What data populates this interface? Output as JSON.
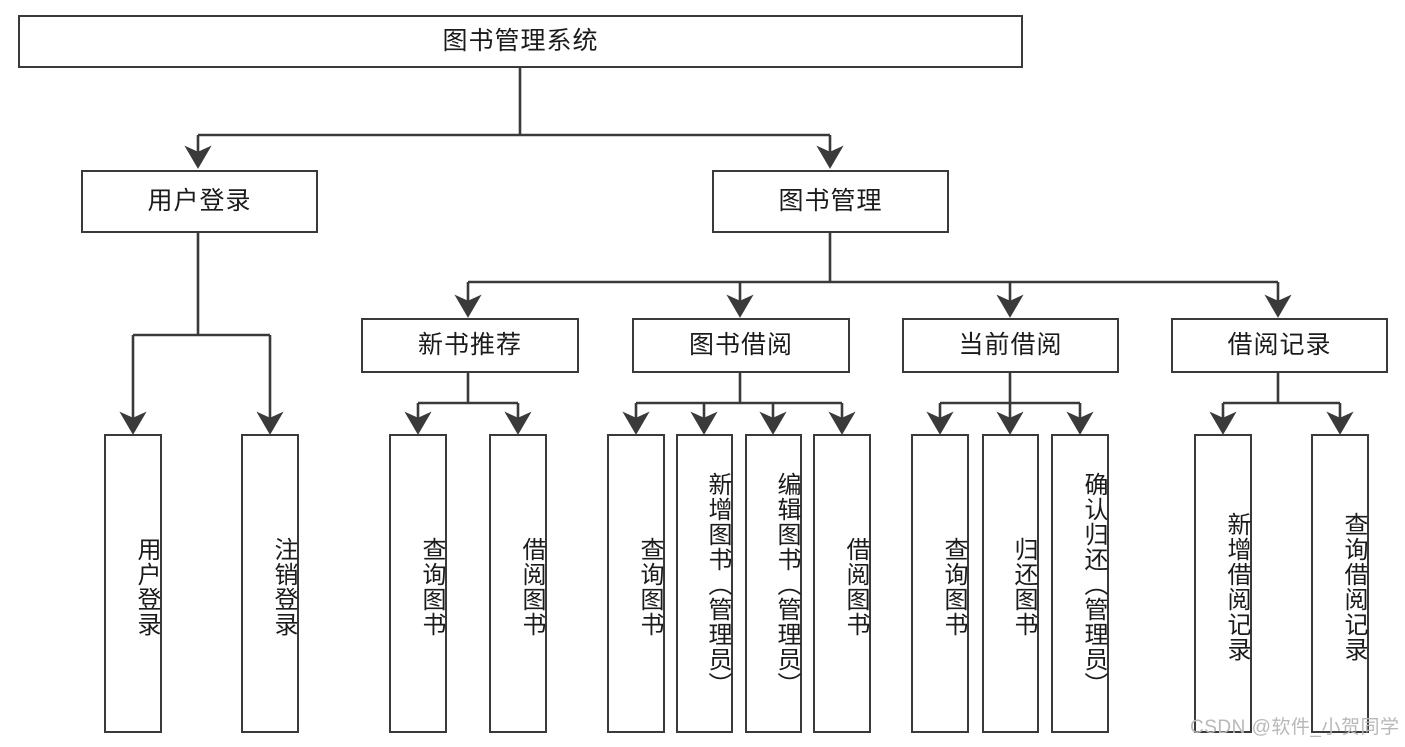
{
  "diagram": {
    "type": "tree-hierarchy-flowchart",
    "title": "图书管理系统",
    "stroke_color": "#3a3a3a",
    "fill_color": "#ffffff",
    "text_color": "#1b1b1b",
    "root": {
      "label": "图书管理系统"
    },
    "level2": [
      {
        "id": "user-login",
        "label": "用户登录"
      },
      {
        "id": "book-manage",
        "label": "图书管理"
      }
    ],
    "level3": [
      {
        "id": "new-book-rec",
        "label": "新书推荐"
      },
      {
        "id": "book-borrow",
        "label": "图书借阅"
      },
      {
        "id": "current-borrow",
        "label": "当前借阅"
      },
      {
        "id": "borrow-record",
        "label": "借阅记录"
      }
    ],
    "leaves": {
      "user_login": [
        {
          "id": "leaf-user-login",
          "label": "用户登录"
        },
        {
          "id": "leaf-logout-login",
          "label": "注销登录"
        }
      ],
      "new_book_rec": [
        {
          "id": "leaf-query-book-1",
          "label": "查询图书"
        },
        {
          "id": "leaf-borrow-book-1",
          "label": "借阅图书"
        }
      ],
      "book_borrow": [
        {
          "id": "leaf-query-book-2",
          "label": "查询图书"
        },
        {
          "id": "leaf-add-book-admin",
          "label": "新增图书（管理员）"
        },
        {
          "id": "leaf-edit-book-admin",
          "label": "编辑图书（管理员）"
        },
        {
          "id": "leaf-borrow-book-2",
          "label": "借阅图书"
        }
      ],
      "current_borrow": [
        {
          "id": "leaf-query-book-3",
          "label": "查询图书"
        },
        {
          "id": "leaf-return-book",
          "label": "归还图书"
        },
        {
          "id": "leaf-confirm-return-admin",
          "label": "确认归还（管理员）"
        }
      ],
      "borrow_record": [
        {
          "id": "leaf-add-borrow-record",
          "label": "新增借阅记录"
        },
        {
          "id": "leaf-query-borrow-record",
          "label": "查询借阅记录"
        }
      ]
    }
  },
  "watermark": {
    "text": "CSDN @软件_小贺同学"
  }
}
